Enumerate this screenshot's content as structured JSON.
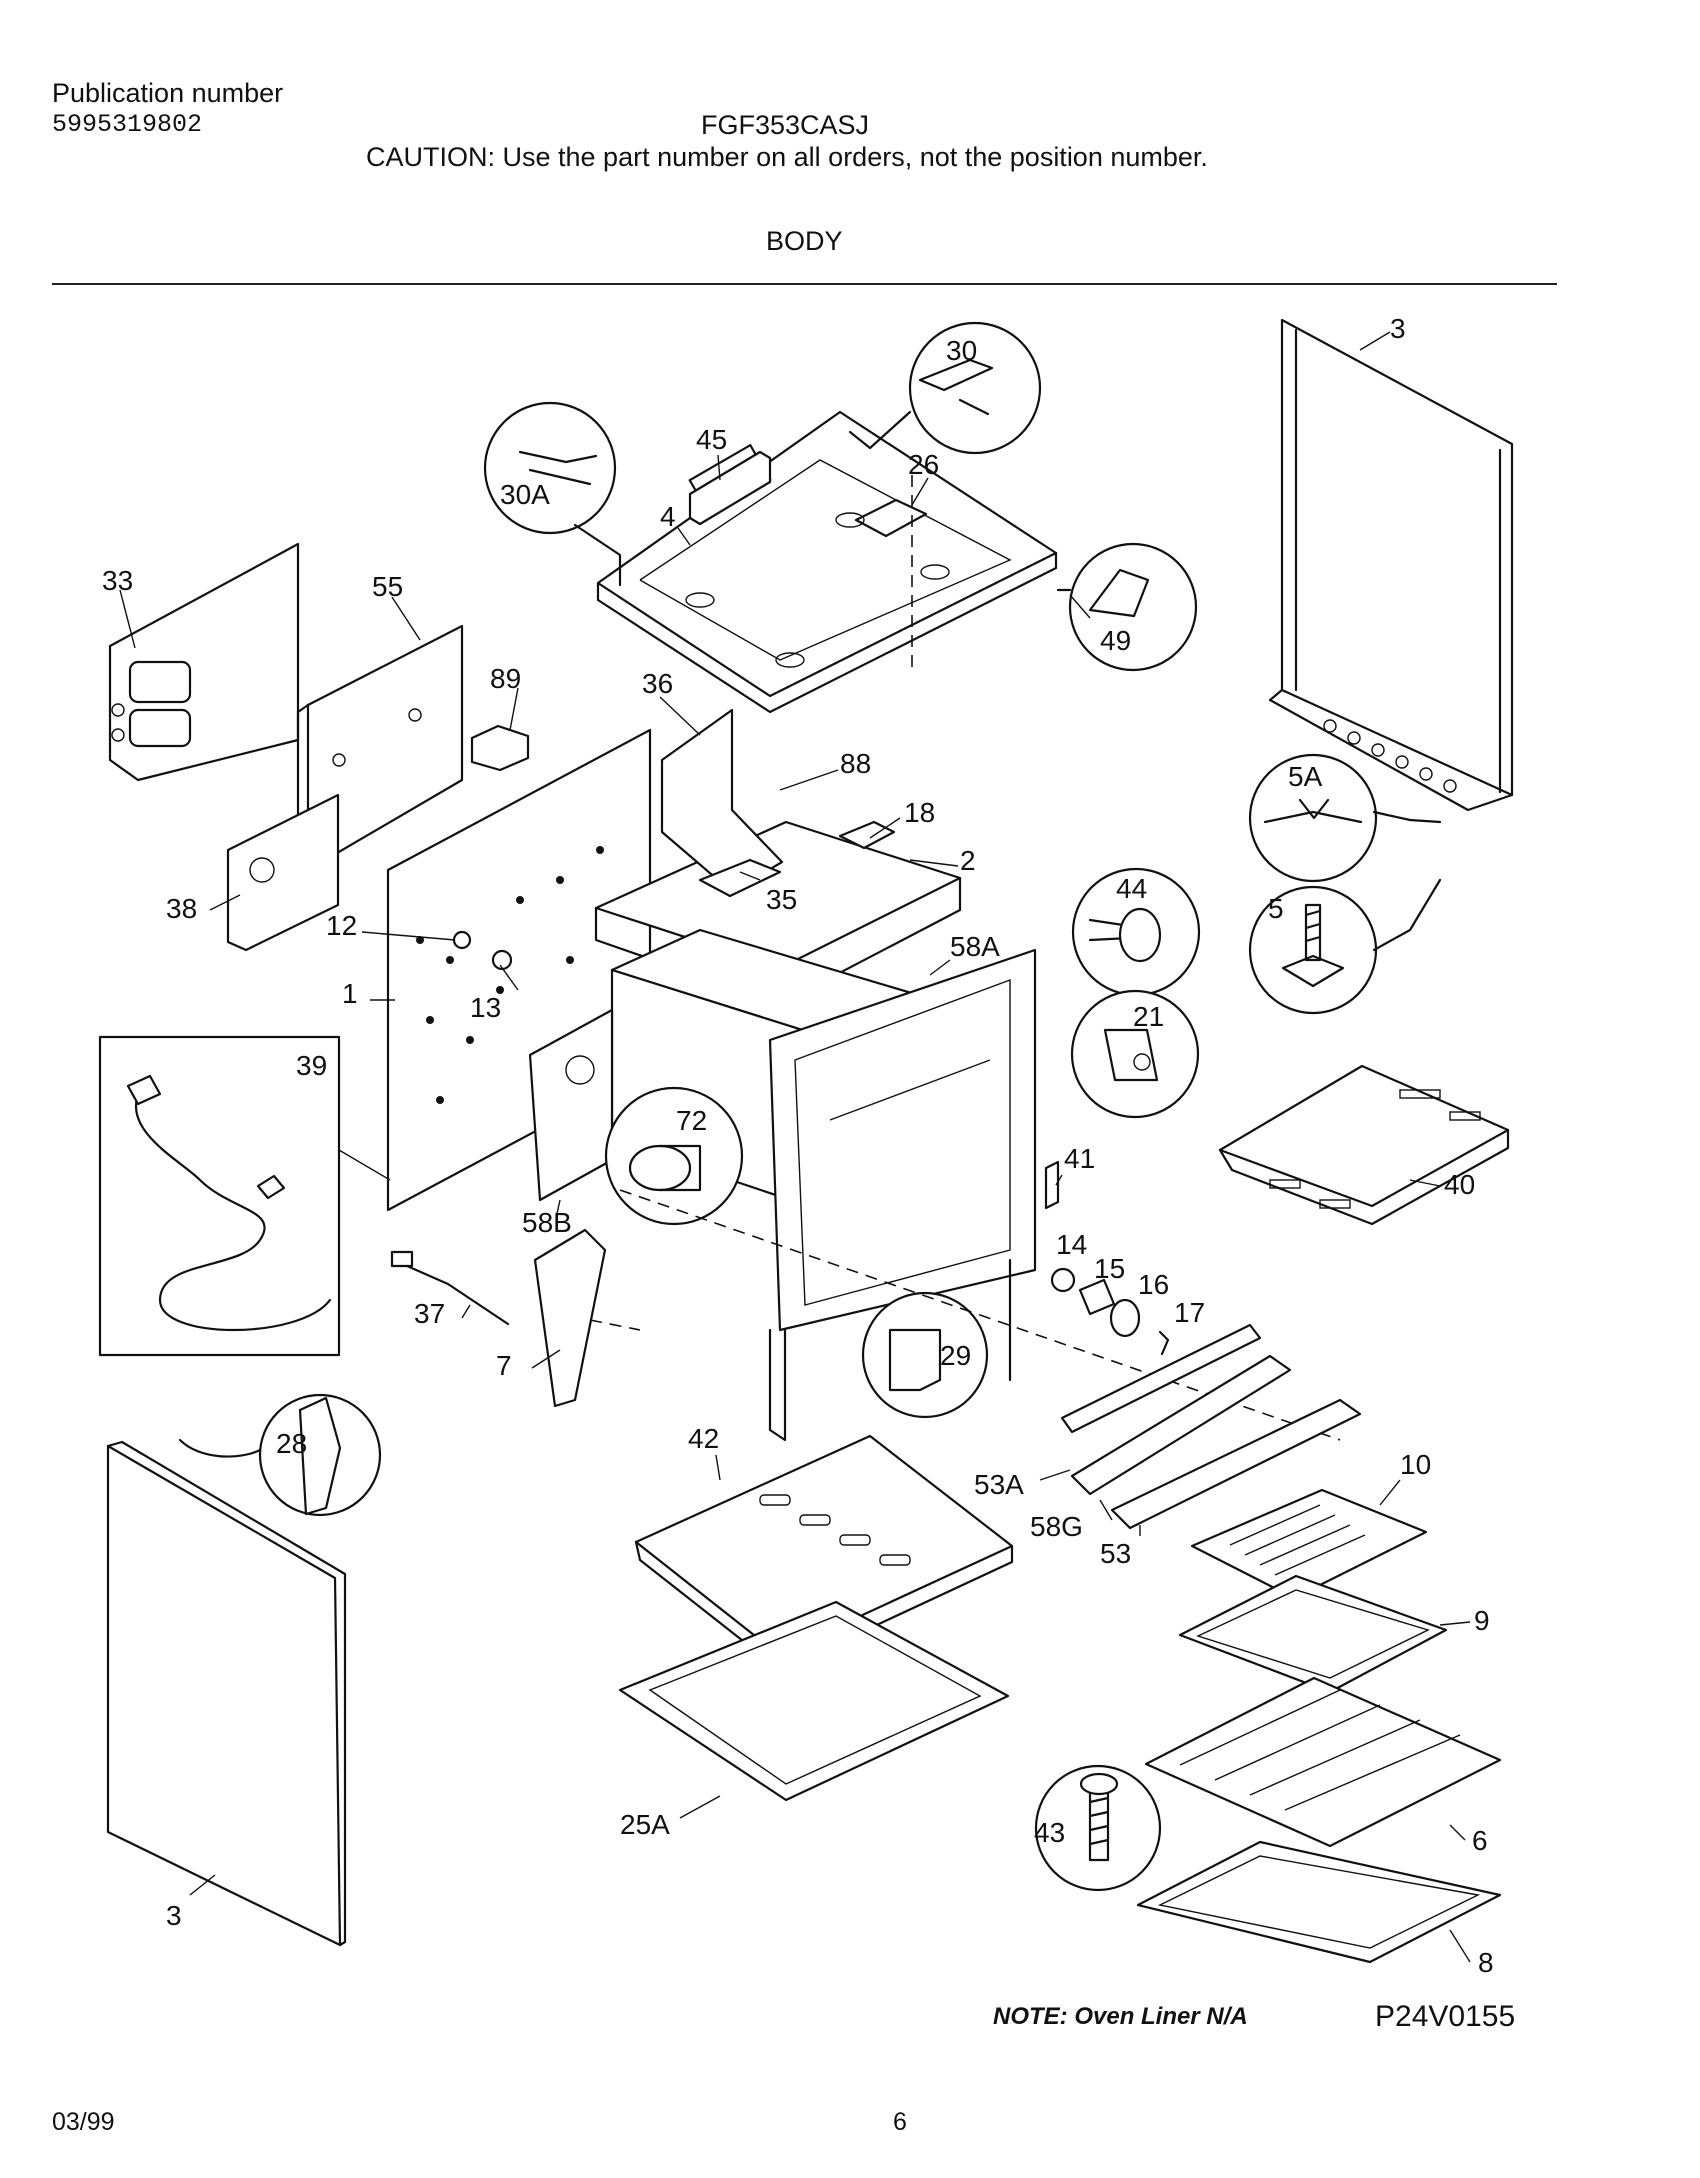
{
  "header": {
    "publication_label": "Publication number",
    "publication_number": "5995319802",
    "model": "FGF353CASJ",
    "caution": "CAUTION:  Use the part number on all orders, not the position number.",
    "section": "BODY"
  },
  "callouts": {
    "c3_top": "3",
    "c30": "30",
    "c30A": "30A",
    "c45": "45",
    "c26": "26",
    "c4": "4",
    "c49": "49",
    "c33": "33",
    "c55": "55",
    "c89": "89",
    "c36": "36",
    "c88": "88",
    "c18": "18",
    "c2": "2",
    "c35": "35",
    "c38": "38",
    "c12": "12",
    "c13": "13",
    "c1": "1",
    "c58A": "58A",
    "c5A": "5A",
    "c5": "5",
    "c44": "44",
    "c21": "21",
    "c40": "40",
    "c39": "39",
    "c72": "72",
    "c58B": "58B",
    "c41": "41",
    "c14": "14",
    "c15": "15",
    "c16": "16",
    "c17": "17",
    "c37": "37",
    "c7": "7",
    "c29": "29",
    "c28": "28",
    "c42": "42",
    "c53A": "53A",
    "c58G": "58G",
    "c53": "53",
    "c10": "10",
    "c9": "9",
    "c25A": "25A",
    "c6": "6",
    "c43": "43",
    "c3_bottom": "3",
    "c8": "8"
  },
  "note": "NOTE: Oven Liner N/A",
  "diagram_code": "P24V0155",
  "footer": {
    "date": "03/99",
    "page": "6"
  }
}
